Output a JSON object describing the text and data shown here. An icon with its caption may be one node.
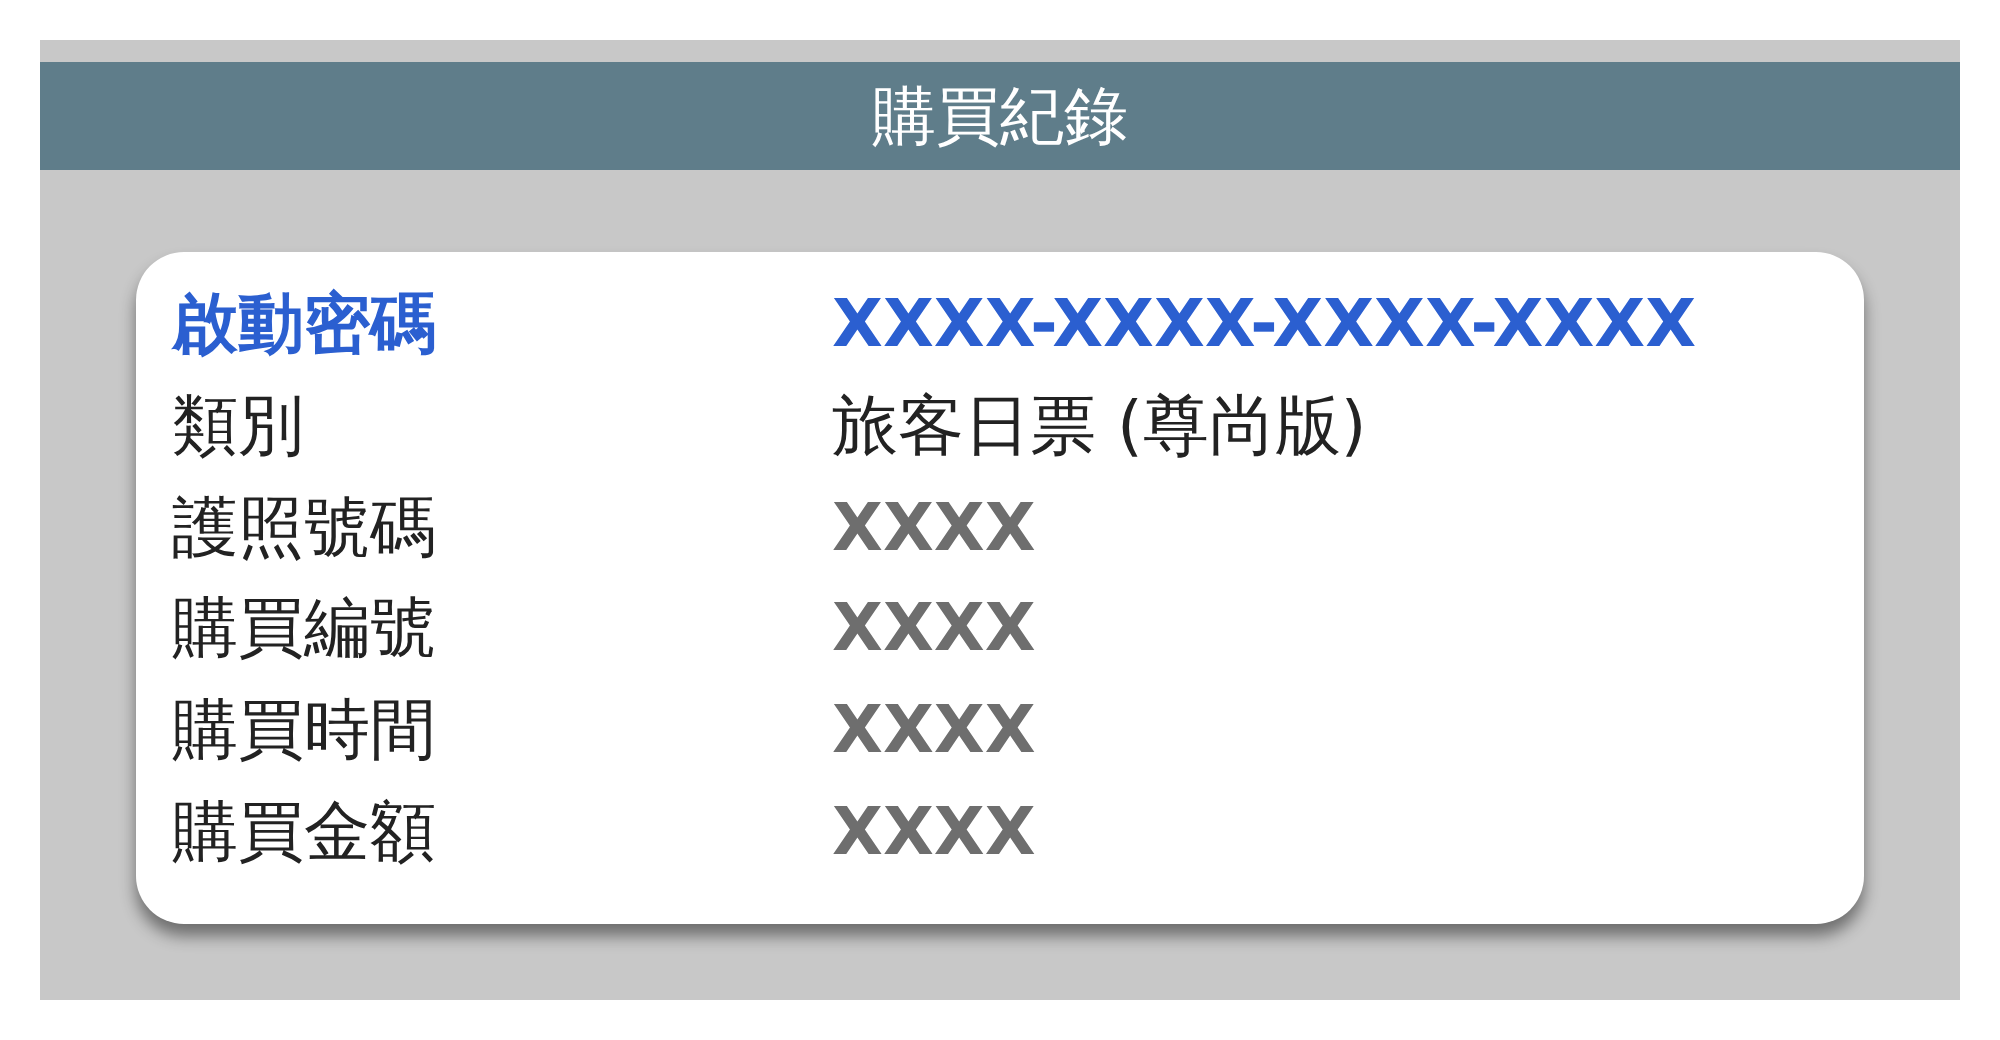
{
  "diagram": {
    "title": "購買紀錄",
    "labels": [
      "啟動密碼",
      "XXXX-XXXX-XXXX-XXXX",
      "類別",
      "旅客日票 (尊尚版)",
      "護照號碼",
      "XXXX",
      "購買編號",
      "XXXX",
      "購買時間",
      "XXXX",
      "購買金額",
      "XXXX"
    ]
  }
}
